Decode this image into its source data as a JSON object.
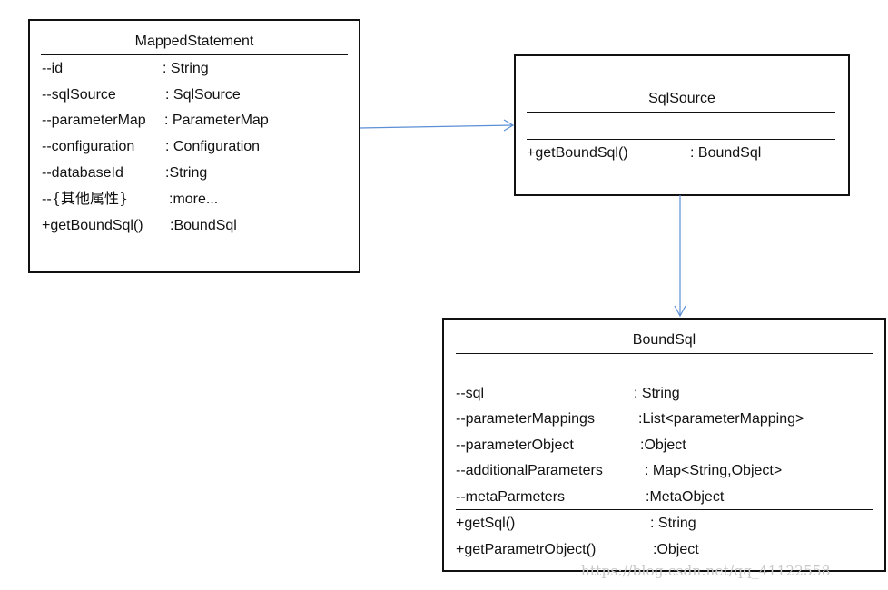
{
  "mapped_statement": {
    "title": "MappedStatement",
    "fields": [
      {
        "name": "--id",
        "type": ": String"
      },
      {
        "name": "--sqlSource",
        "type": ": SqlSource"
      },
      {
        "name": "--parameterMap",
        "type": ": ParameterMap"
      },
      {
        "name": "--configuration",
        "type": ": Configuration"
      },
      {
        "name": "--databaseId",
        "type": ":String"
      },
      {
        "name": "--{其他属性}",
        "type": ":more..."
      }
    ],
    "methods": [
      {
        "name": "+getBoundSql()",
        "type": ":BoundSql"
      }
    ]
  },
  "sql_source": {
    "title": "SqlSource",
    "methods": [
      {
        "name": "+getBoundSql()",
        "type": ": BoundSql"
      }
    ]
  },
  "bound_sql": {
    "title": "BoundSql",
    "fields": [
      {
        "name": "--sql",
        "type": ": String"
      },
      {
        "name": "--parameterMappings",
        "type": ":List<parameterMapping>"
      },
      {
        "name": "--parameterObject",
        "type": ":Object"
      },
      {
        "name": "--additionalParameters",
        "type": ": Map<String,Object>"
      },
      {
        "name": "--metaParmeters",
        "type": ":MetaObject"
      }
    ],
    "methods": [
      {
        "name": "+getSql()",
        "type": ": String"
      },
      {
        "name": "+getParametrObject()",
        "type": ":Object"
      }
    ]
  },
  "colors": {
    "arrow": "#5b8fd6",
    "border": "#111111",
    "watermark": "#c8c8c8"
  },
  "watermark": "https://blog.csdn.net/qq_41122558"
}
